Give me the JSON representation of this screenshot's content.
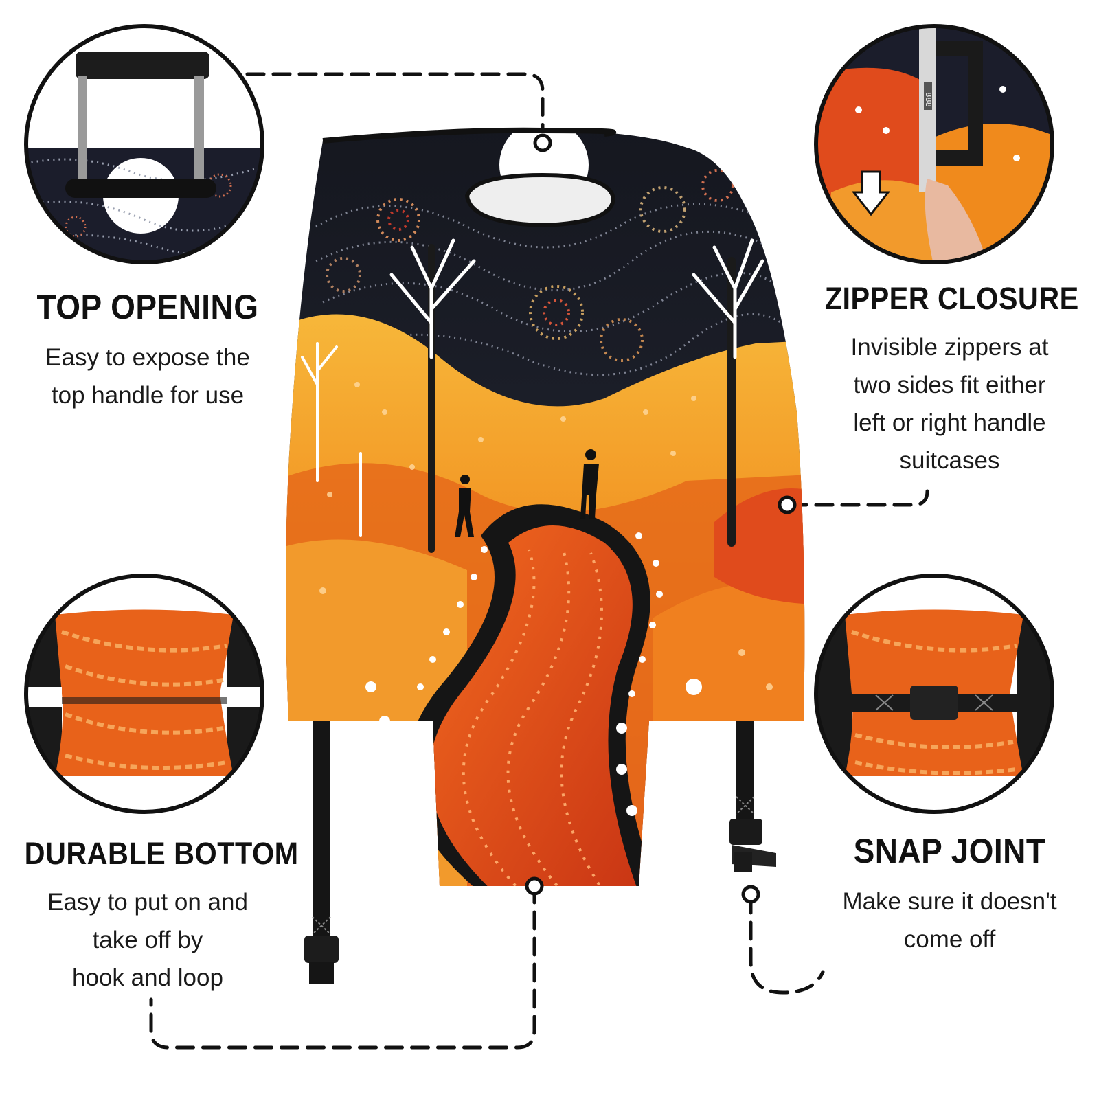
{
  "features": {
    "top_opening": {
      "title": "TOP OPENING",
      "description": "Easy to expose the\ntop handle for use"
    },
    "zipper_closure": {
      "title": "ZIPPER CLOSURE",
      "description": "Invisible zippers at\ntwo sides fit either\nleft or right handle\nsuitcases"
    },
    "durable_bottom": {
      "title": "DURABLE BOTTOM",
      "description": "Easy to put on and\ntake off by\nhook and loop"
    },
    "snap_joint": {
      "title": "SNAP JOINT",
      "description": "Make sure it doesn't\ncome off"
    }
  },
  "lock_code": "888",
  "colors": {
    "night_sky": "#1b1d2b",
    "hill_orange": "#f08a1c",
    "path_red": "#d9431a",
    "strap_black": "#151515",
    "leader_line": "#111111"
  },
  "icons": [
    "arrow-down-icon"
  ]
}
